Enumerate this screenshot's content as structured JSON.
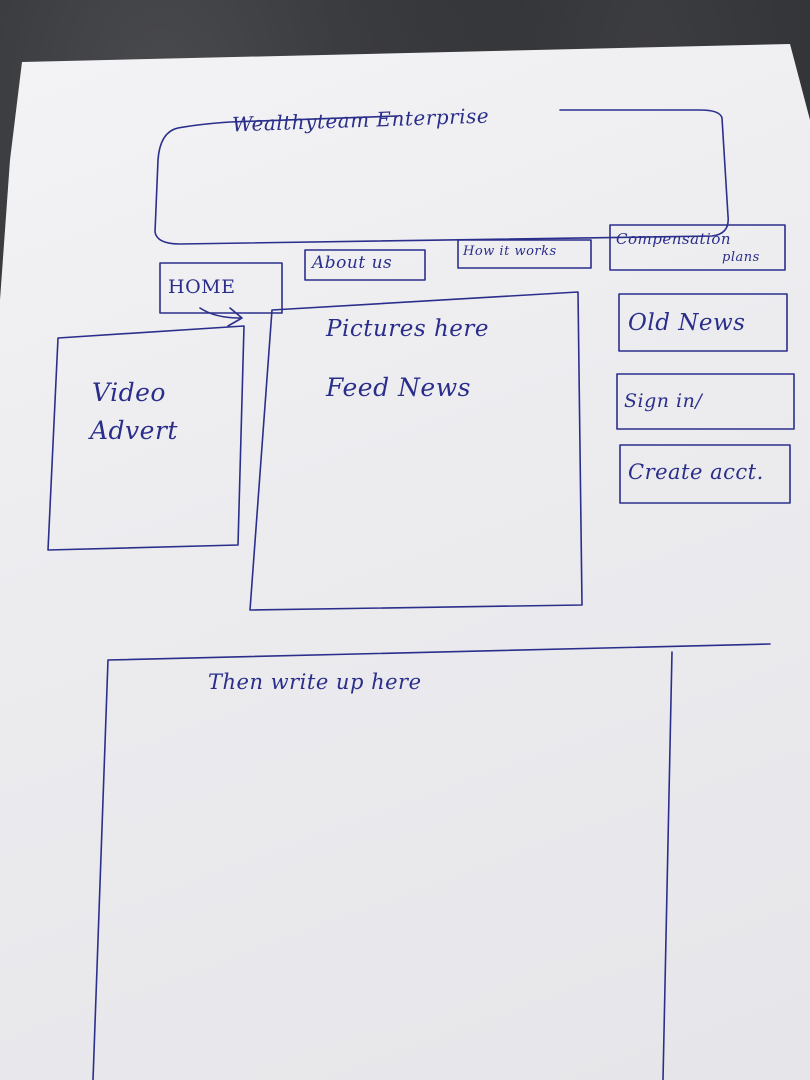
{
  "header": {
    "title": "Wealthyteam Enterprise"
  },
  "nav": {
    "home": "HOME",
    "about": "About us",
    "how": "How it works",
    "compensation_line1": "Compensation",
    "compensation_line2": "plans"
  },
  "sidebar": {
    "old_news": "Old News",
    "sign_in": "Sign in/",
    "create_account": "Create acct."
  },
  "video": {
    "line1": "Video",
    "line2": "Advert"
  },
  "feed": {
    "line1": "Pictures here",
    "line2": "Feed News"
  },
  "writeup": {
    "label": "Then write up here"
  }
}
